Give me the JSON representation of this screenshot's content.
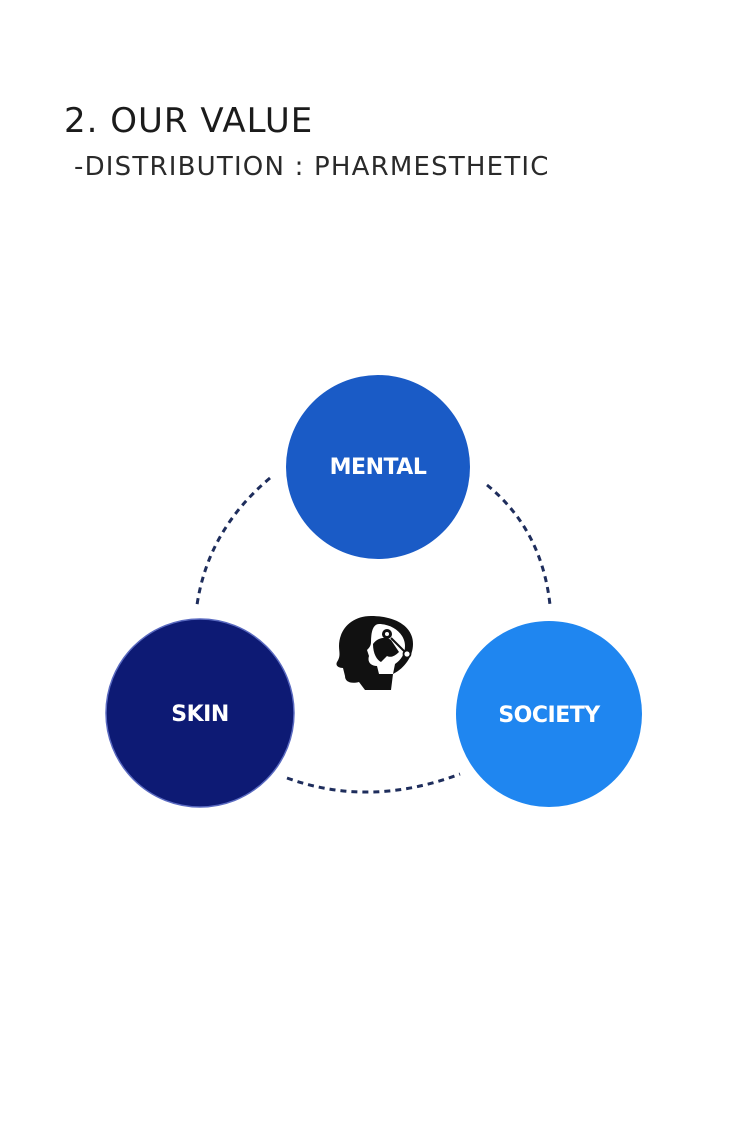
{
  "header": {
    "title": "2. OUR VALUE",
    "subtitle": "-DISTRIBUTION : PHARMESTHETIC"
  },
  "diagram": {
    "nodes": [
      {
        "id": "mental",
        "label": "MENTAL",
        "color": "#1a5bc6"
      },
      {
        "id": "skin",
        "label": "SKIN",
        "color": "#0d1a74"
      },
      {
        "id": "society",
        "label": "SOCIETY",
        "color": "#1f86f0"
      }
    ],
    "connector_color": "#1e2d5c",
    "center_icon": "head-profile-icon"
  }
}
